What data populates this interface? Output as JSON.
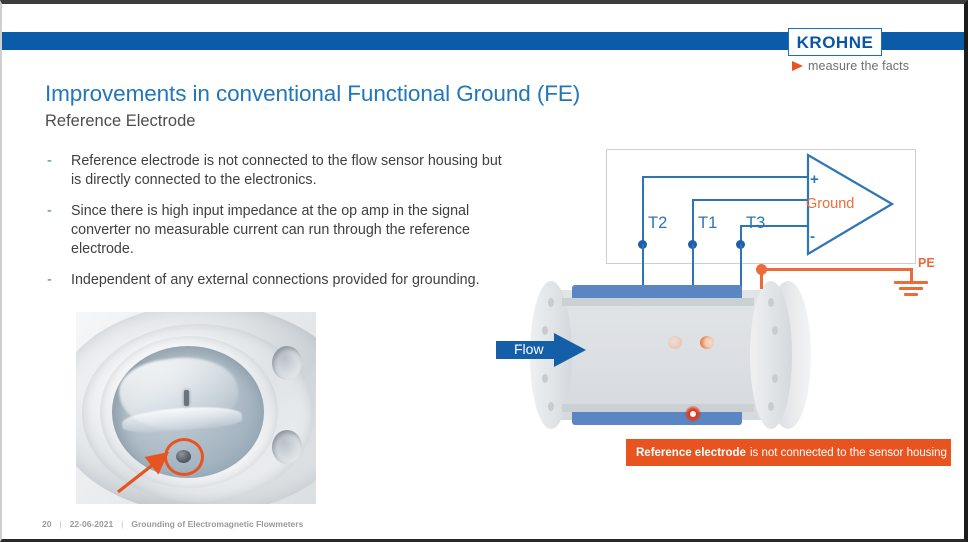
{
  "brand": {
    "logo_text": "KROHNE",
    "tagline": "measure the facts",
    "accent_blue": "#0b5ca8",
    "accent_orange": "#e8541f",
    "title_blue": "#2277bb"
  },
  "slide": {
    "title": "Improvements in conventional Functional Ground (FE)",
    "subtitle": "Reference Electrode",
    "bullets": [
      {
        "marker": "-",
        "text": "Reference electrode is not connected to the flow sensor housing but is directly connected to the electronics."
      },
      {
        "marker": "-",
        "text": "Since there is high input impedance at the op amp in the signal  converter no measurable current can run through the reference electrode."
      },
      {
        "marker": "-",
        "text": "Independent of any external connections provided for grounding."
      }
    ]
  },
  "diagram": {
    "terminal_labels": [
      "T2",
      "T1",
      "T3"
    ],
    "opamp": {
      "plus": "+",
      "minus": "-",
      "ground_label": "Ground",
      "ground_color": "#ee6b3b"
    },
    "flow_label": "Flow",
    "pe_label": "PE"
  },
  "caption": {
    "bold": "Reference electrode",
    "normal": "is not connected to the sensor housing",
    "background": "#e8541f"
  },
  "footer": {
    "page_number": "20",
    "sep1": "|",
    "date": "22-06-2021",
    "sep2": "|",
    "deck_title": "Grounding of Electromagnetic Flowmeters"
  },
  "photo": {
    "alt_name": "flowmeter-flange-bore-photo"
  }
}
